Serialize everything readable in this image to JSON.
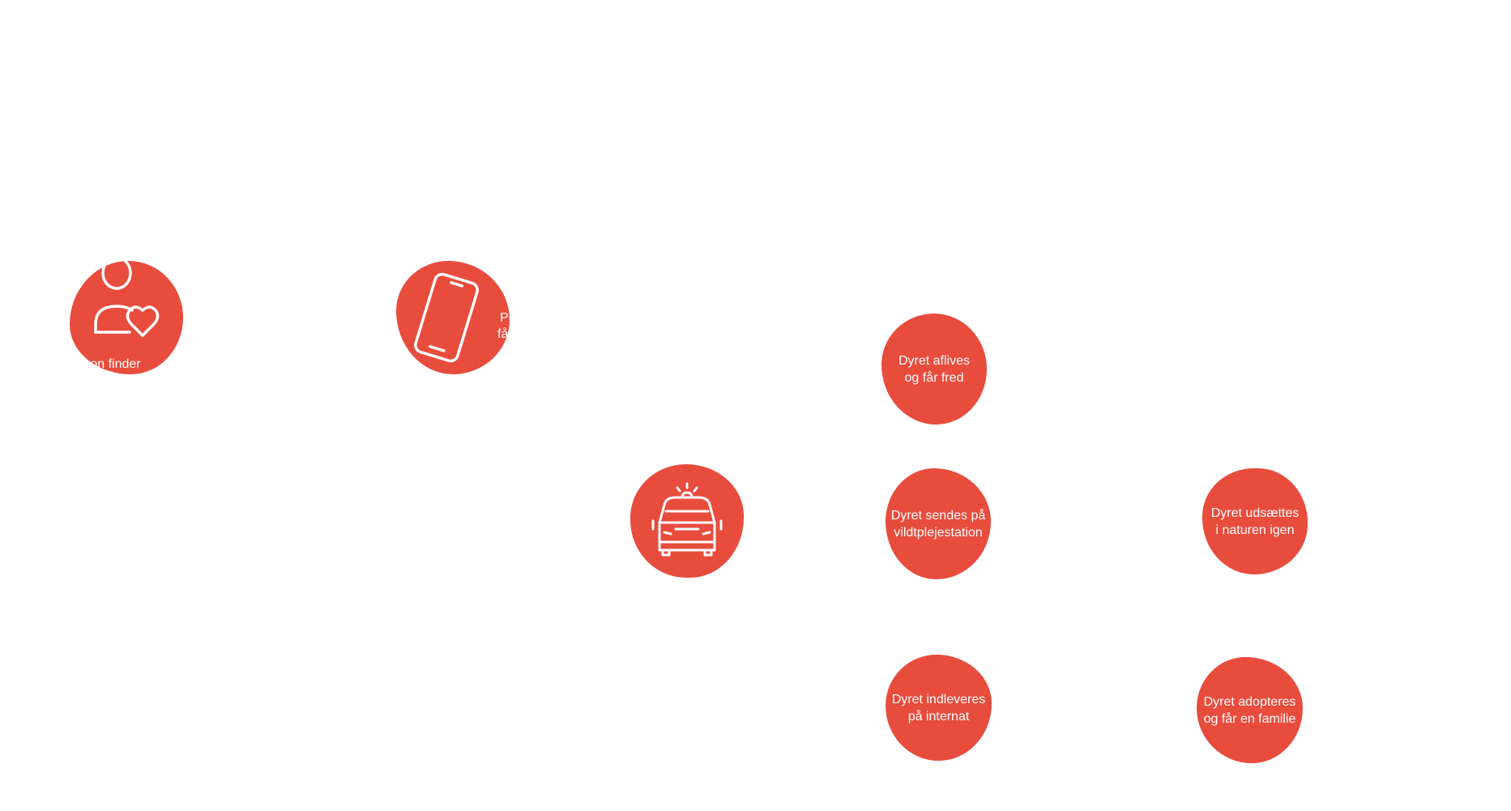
{
  "colors": {
    "node_fill": "#e84c3d",
    "node_text": "#ffffff",
    "background": "#ffffff"
  },
  "nodes": {
    "person_finds": {
      "icon": "person-heart-icon",
      "label": "rson finder"
    },
    "phone": {
      "icon": "phone-icon",
      "label_line1": "Pe",
      "label_line2": "få"
    },
    "car": {
      "icon": "animal-ambulance-car-icon"
    },
    "euthanized": {
      "label": "Dyret aflives\nog får fred"
    },
    "wildlife_station": {
      "label": "Dyret sendes på\nvildtplejestation"
    },
    "shelter": {
      "label": "Dyret indleveres\npå internat"
    },
    "released": {
      "label": "Dyret udsættes\ni naturen igen"
    },
    "adopted": {
      "label": "Dyret adopteres\nog får en familie"
    }
  }
}
